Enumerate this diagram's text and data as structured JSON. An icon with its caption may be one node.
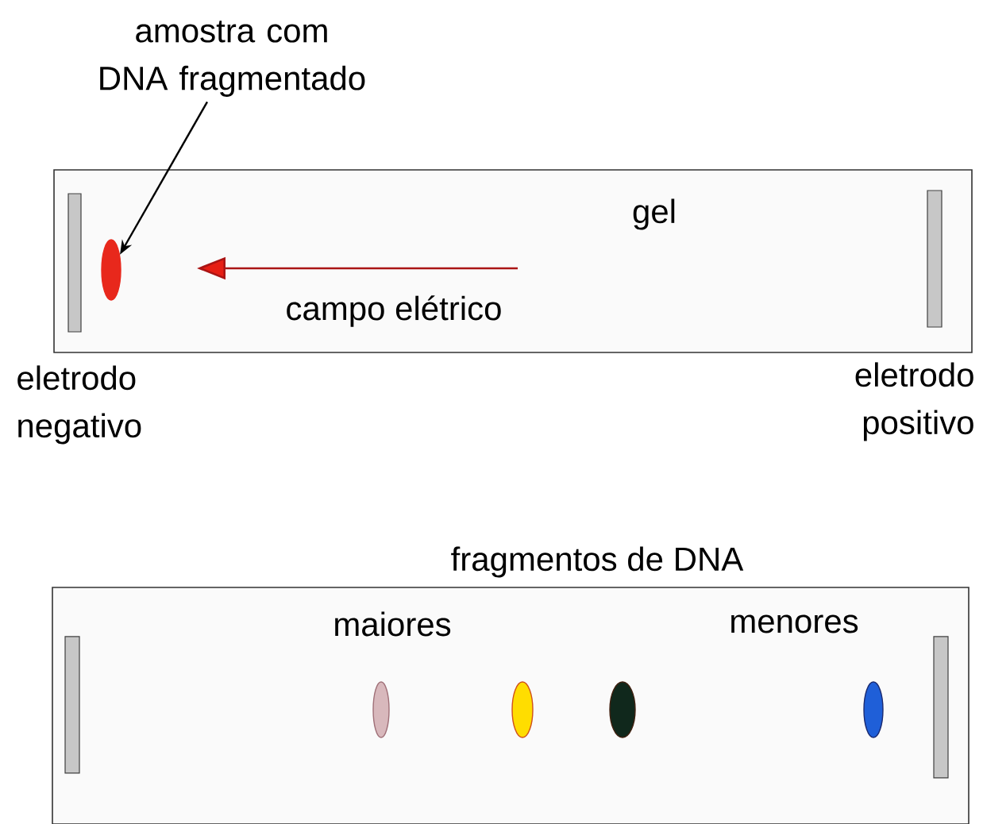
{
  "diagram": {
    "nodes": [
      {
        "text": [
          "amostra com DNA fragmentado"
        ]
      },
      {
        "text": [
          "gel"
        ]
      },
      {
        "text": [],
        "shape": "bar",
        "in": 1,
        "beside": [
          "eletrodo negativo"
        ]
      },
      {
        "text": [],
        "shape": "ellipse",
        "in": 1
      },
      {
        "text": [],
        "shape": "bar",
        "in": 1,
        "beside": [
          "eletrodo positivo"
        ]
      },
      {
        "text": [
          "fragmentos de DNA"
        ]
      },
      {
        "text": [],
        "shape": "bar",
        "in": 5
      },
      {
        "text": [],
        "shape": "ellipse",
        "in": 5
      },
      {
        "text": [],
        "shape": "ellipse",
        "in": 5
      },
      {
        "text": [],
        "shape": "ellipse",
        "in": 5
      },
      {
        "text": [],
        "shape": "ellipse",
        "in": 5
      },
      {
        "text": [],
        "shape": "bar",
        "in": 5
      }
    ],
    "edges": [
      {
        "from": 0,
        "to": 3,
        "arrow": "to"
      }
    ],
    "labels": [
      "campo elétrico",
      "maiores",
      "menores"
    ]
  }
}
